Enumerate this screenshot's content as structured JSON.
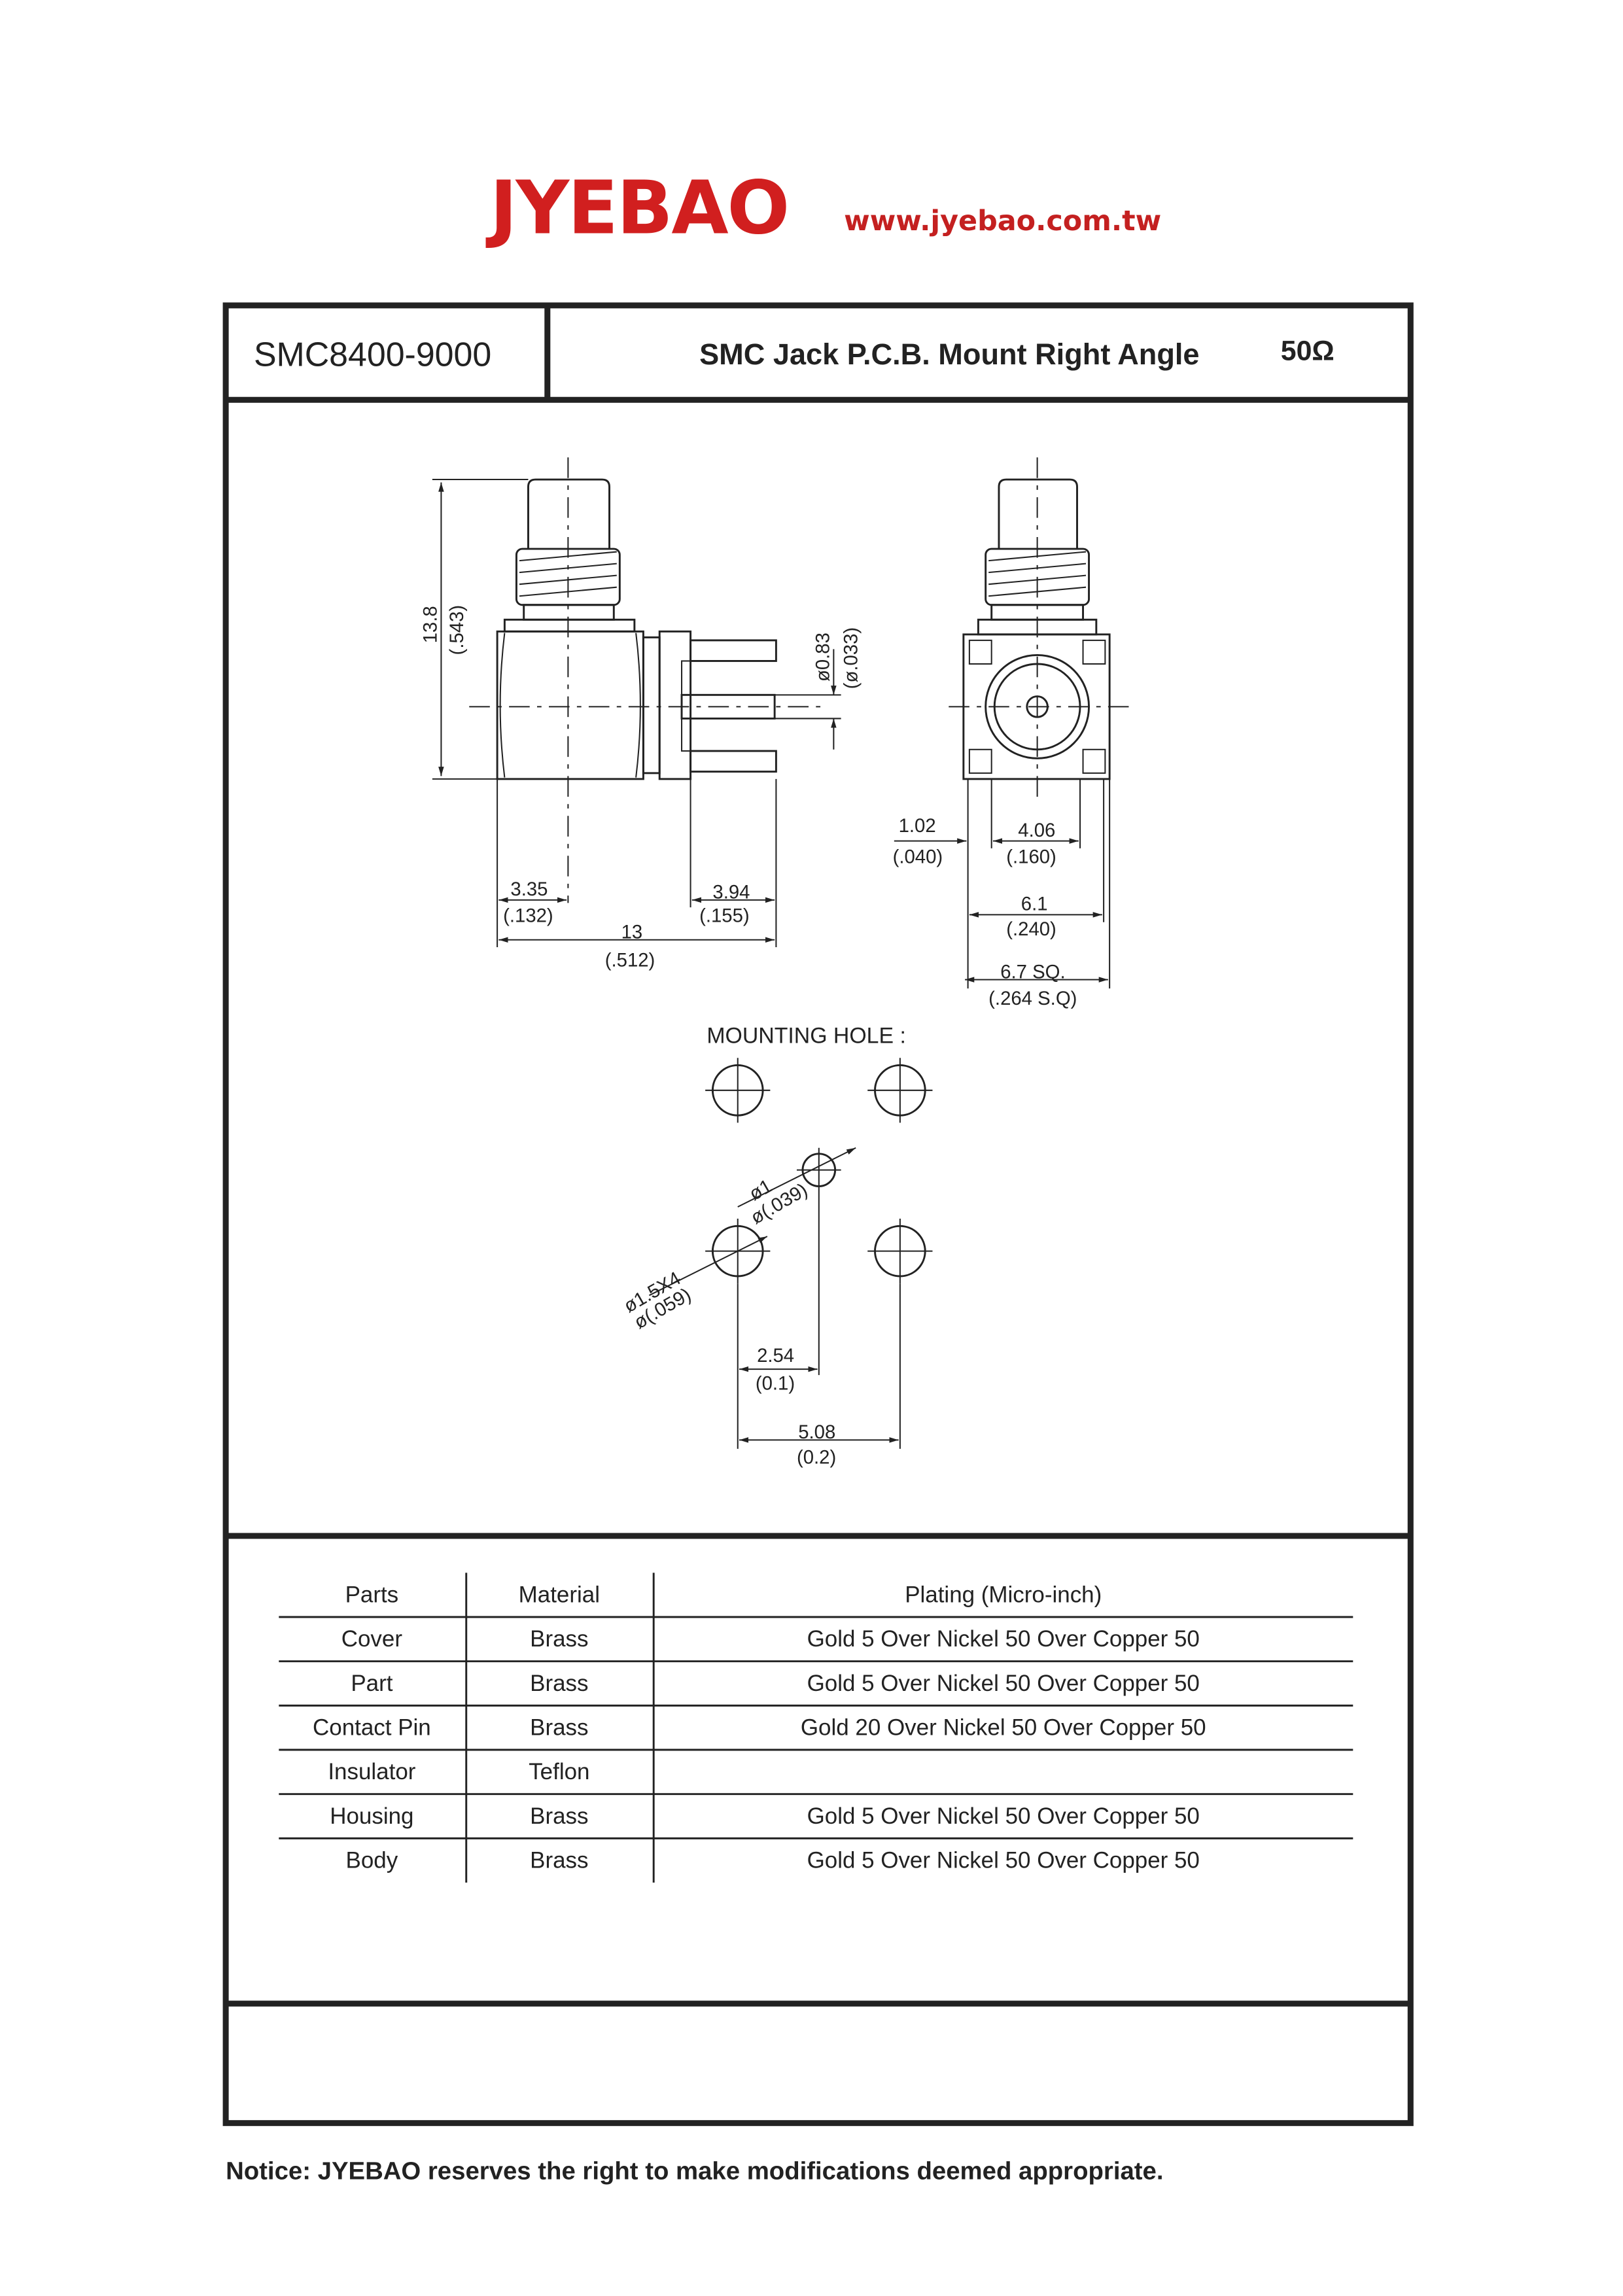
{
  "logo": {
    "brand": "JYEBAO",
    "url": "www.jyebao.com.tw"
  },
  "header": {
    "part_number": "SMC8400-9000",
    "title": "SMC Jack P.C.B. Mount Right Angle",
    "impedance": "50Ω"
  },
  "drawing": {
    "side_view": {
      "height_mm": "13.8",
      "height_in": "(.543)",
      "pin_dia_mm": "ø0.83",
      "pin_dia_in": "(ø.033)",
      "offset_mm": "3.35",
      "offset_in": "(.132)",
      "pin_len_mm": "3.94",
      "pin_len_in": "(.155)",
      "length_mm": "13",
      "length_in": "(.512)"
    },
    "front_view": {
      "a_mm": "1.02",
      "a_in": "(.040)",
      "b_mm": "4.06",
      "b_in": "(.160)",
      "c_mm": "6.1",
      "c_in": "(.240)",
      "d_mm": "6.7 SQ.",
      "d_in": "(.264 S.Q)"
    },
    "mounting": {
      "title": "MOUNTING HOLE :",
      "center_mm": "ø1",
      "center_in": "ø(.039)",
      "outer_mm": "ø1.5X4",
      "outer_in": "ø(.059)",
      "pitch1_mm": "2.54",
      "pitch1_in": "(0.1)",
      "pitch2_mm": "5.08",
      "pitch2_in": "(0.2)"
    }
  },
  "table": {
    "headers": [
      "Parts",
      "Material",
      "Plating (Micro-inch)"
    ],
    "rows": [
      [
        "Cover",
        "Brass",
        "Gold 5 Over Nickel 50 Over Copper 50"
      ],
      [
        "Part",
        "Brass",
        "Gold 5 Over Nickel 50 Over Copper 50"
      ],
      [
        "Contact Pin",
        "Brass",
        "Gold 20 Over Nickel 50 Over Copper 50"
      ],
      [
        "Insulator",
        "Teflon",
        ""
      ],
      [
        "Housing",
        "Brass",
        "Gold 5 Over Nickel 50 Over Copper 50"
      ],
      [
        "Body",
        "Brass",
        "Gold 5 Over Nickel 50 Over Copper 50"
      ]
    ]
  },
  "notice": "Notice: JYEBAO reserves the right to make modifications deemed appropriate.",
  "colors": {
    "logo_red": "#d11f1f",
    "ink": "#222222"
  }
}
